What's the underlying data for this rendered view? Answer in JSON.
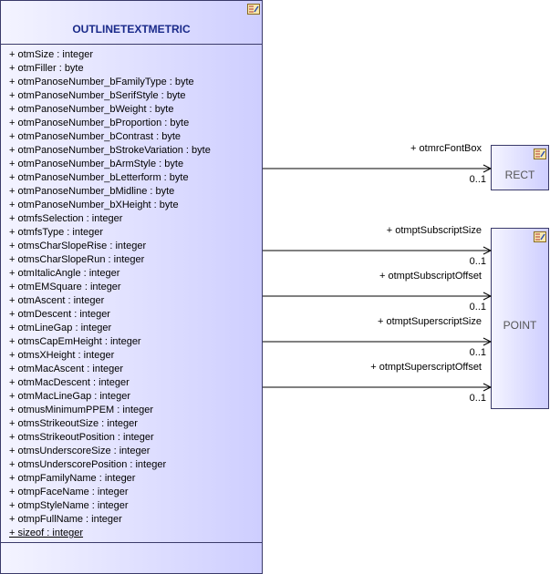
{
  "main_class": {
    "name": "OUTLINETEXTMETRIC",
    "attributes": [
      "+ otmSize : integer",
      "+ otmFiller : byte",
      "+ otmPanoseNumber_bFamilyType : byte",
      "+ otmPanoseNumber_bSerifStyle : byte",
      "+ otmPanoseNumber_bWeight : byte",
      "+ otmPanoseNumber_bProportion : byte",
      "+ otmPanoseNumber_bContrast : byte",
      "+ otmPanoseNumber_bStrokeVariation : byte",
      "+ otmPanoseNumber_bArmStyle : byte",
      "+ otmPanoseNumber_bLetterform : byte",
      "+ otmPanoseNumber_bMidline : byte",
      "+ otmPanoseNumber_bXHeight : byte",
      "+ otmfsSelection : integer",
      "+ otmfsType : integer",
      "+ otmsCharSlopeRise : integer",
      "+ otmsCharSlopeRun : integer",
      "+ otmItalicAngle : integer",
      "+ otmEMSquare : integer",
      "+ otmAscent : integer",
      "+ otmDescent : integer",
      "+ otmLineGap : integer",
      "+ otmsCapEmHeight : integer",
      "+ otmsXHeight : integer",
      "+ otmMacAscent : integer",
      "+ otmMacDescent : integer",
      "+ otmMacLineGap : integer",
      "+ otmusMinimumPPEM : integer",
      "+ otmsStrikeoutSize : integer",
      "+ otmsStrikeoutPosition : integer",
      "+ otmsUnderscoreSize : integer",
      "+ otmsUnderscorePosition : integer",
      "+ otmpFamilyName : integer",
      "+ otmpFaceName : integer",
      "+ otmpStyleName : integer",
      "+ otmpFullName : integer",
      "+ sizeof : integer"
    ],
    "static_attribute": "+ sizeof : integer"
  },
  "rect_class": {
    "name": "RECT"
  },
  "point_class": {
    "name": "POINT"
  },
  "associations": [
    {
      "role": "+ otmrcFontBox",
      "multiplicity": "0..1",
      "target": "RECT"
    },
    {
      "role": "+ otmptSubscriptSize",
      "multiplicity": "0..1",
      "target": "POINT"
    },
    {
      "role": "+ otmptSubscriptOffset",
      "multiplicity": "0..1",
      "target": "POINT"
    },
    {
      "role": "+ otmptSuperscriptSize",
      "multiplicity": "0..1",
      "target": "POINT"
    },
    {
      "role": "+ otmptSuperscriptOffset",
      "multiplicity": "0..1",
      "target": "POINT"
    }
  ],
  "colors": {
    "class_border": "#3a3a6a",
    "title_text": "#1a2a8a",
    "gradient_end": "#ceceff"
  },
  "icons": [
    "class-icon"
  ]
}
